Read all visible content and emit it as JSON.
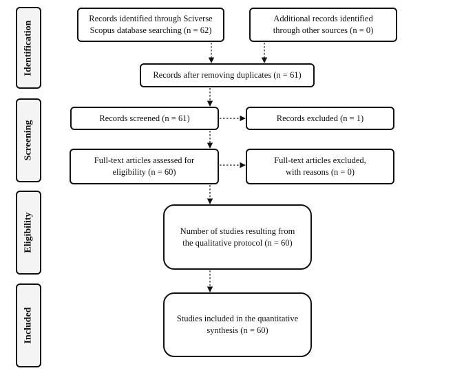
{
  "stages": [
    {
      "id": "identification",
      "label": "Identification"
    },
    {
      "id": "screening",
      "label": "Screening"
    },
    {
      "id": "eligibility",
      "label": "Eligibility"
    },
    {
      "id": "included",
      "label": "Included"
    }
  ],
  "boxes": {
    "records_identified": "Records identified through Sciverse\nScopus database searching (n = 62)",
    "additional_records": "Additional records identified\nthrough other sources (n = 0)",
    "after_duplicates": "Records after removing duplicates (n = 61)",
    "records_screened": "Records screened (n = 61)",
    "records_excluded": "Records excluded (n = 1)",
    "fulltext_assessed": "Full-text articles assessed for\neligibility (n = 60)",
    "fulltext_excluded": "Full-text articles excluded,\nwith reasons (n = 0)",
    "qualitative": "Number of studies resulting from\nthe qualitative protocol (n = 60)",
    "quantitative": "Studies included in the quantitative\nsynthesis (n = 60)"
  }
}
